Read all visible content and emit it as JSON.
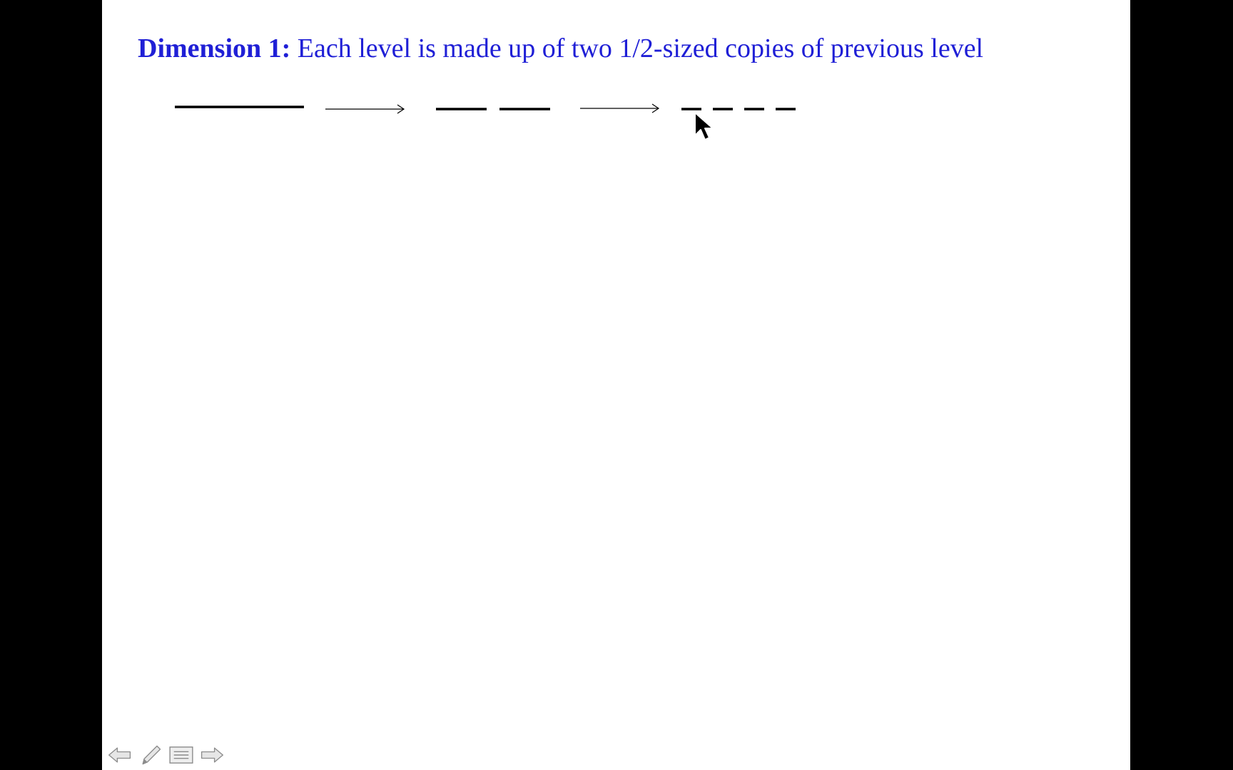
{
  "slide": {
    "title_label": "Dimension 1:",
    "title_text": " Each level is made up of two 1/2-sized copies of previous level"
  },
  "diagram": {
    "levels": [
      {
        "segments": 1
      },
      {
        "segments": 2
      },
      {
        "segments": 4
      }
    ]
  },
  "colors": {
    "title": "#1f1fd6",
    "background": "#ffffff",
    "letterbox": "#000000"
  },
  "toolbar": {
    "icons": [
      "arrow-left-icon",
      "pen-icon",
      "menu-icon",
      "arrow-right-icon"
    ]
  }
}
